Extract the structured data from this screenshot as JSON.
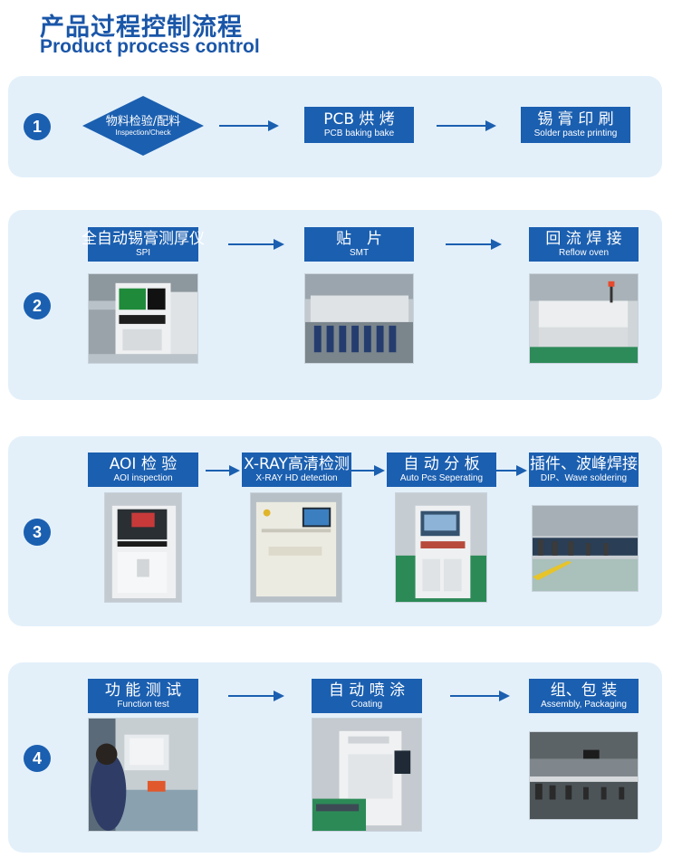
{
  "header": {
    "title_zh": "产品过程控制流程",
    "title_en": "Product process control"
  },
  "colors": {
    "accent": "#1b5fb0",
    "panel": "#e3f0fa",
    "title": "#1a56a8"
  },
  "stages": [
    {
      "number": "1",
      "steps": [
        {
          "zh": "物料检验/配料",
          "en": "Inspection/Check",
          "shape": "diamond"
        },
        {
          "zh": "PCB 烘 烤",
          "en": "PCB baking bake"
        },
        {
          "zh": "锡 膏 印 刷",
          "en": "Solder paste printing"
        }
      ]
    },
    {
      "number": "2",
      "steps": [
        {
          "zh": "全自动锡膏测厚仪",
          "en": "SPI",
          "photo": "spi-machine"
        },
        {
          "zh": "贴　片",
          "en": "SMT",
          "photo": "smt-line"
        },
        {
          "zh": "回 流 焊 接",
          "en": "Reflow oven",
          "photo": "reflow-oven"
        }
      ]
    },
    {
      "number": "3",
      "steps": [
        {
          "zh": "AOI 检 验",
          "en": "AOI inspection",
          "photo": "aoi-machine"
        },
        {
          "zh": "X-RAY高清检测",
          "en": "X-RAY HD detection",
          "photo": "xray-machine"
        },
        {
          "zh": "自 动 分 板",
          "en": "Auto Pcs Seperating",
          "photo": "depaneling-machine"
        },
        {
          "zh": "插件、波峰焊接",
          "en": "DIP、Wave soldering",
          "photo": "dip-line"
        }
      ]
    },
    {
      "number": "4",
      "steps": [
        {
          "zh": "功 能 测 试",
          "en": "Function test",
          "photo": "function-test"
        },
        {
          "zh": "自 动 喷 涂",
          "en": "Coating",
          "photo": "coating-machine"
        },
        {
          "zh": "组、包 装",
          "en": "Assembly, Packaging",
          "photo": "assembly-line"
        }
      ]
    }
  ]
}
